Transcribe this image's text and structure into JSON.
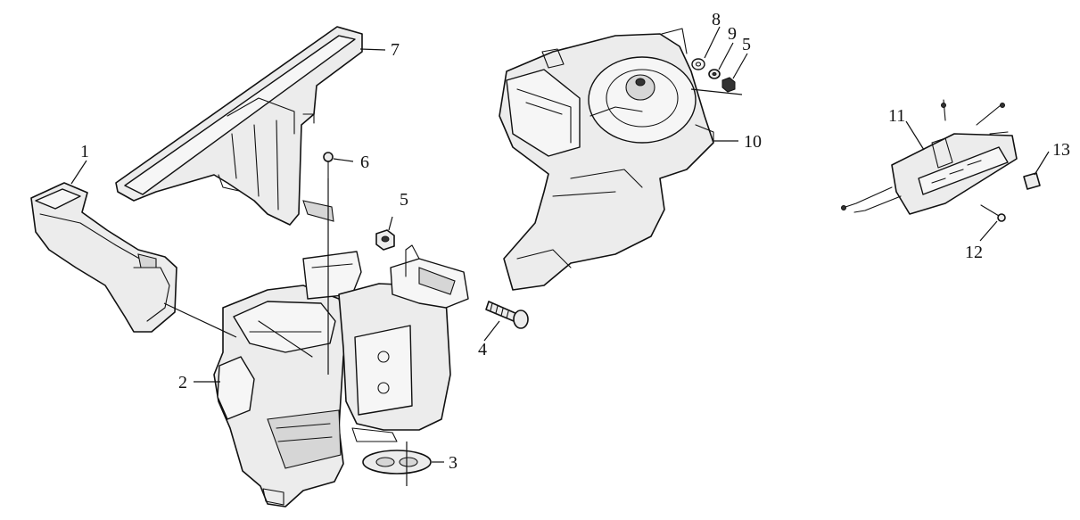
{
  "diagram": {
    "callouts": {
      "c1": "1",
      "c2": "2",
      "c3": "3",
      "c4": "4",
      "c5a": "5",
      "c5b": "5",
      "c6": "6",
      "c7": "7",
      "c8": "8",
      "c9": "9",
      "c10": "10",
      "c11": "11",
      "c12": "12",
      "c13": "13"
    }
  }
}
